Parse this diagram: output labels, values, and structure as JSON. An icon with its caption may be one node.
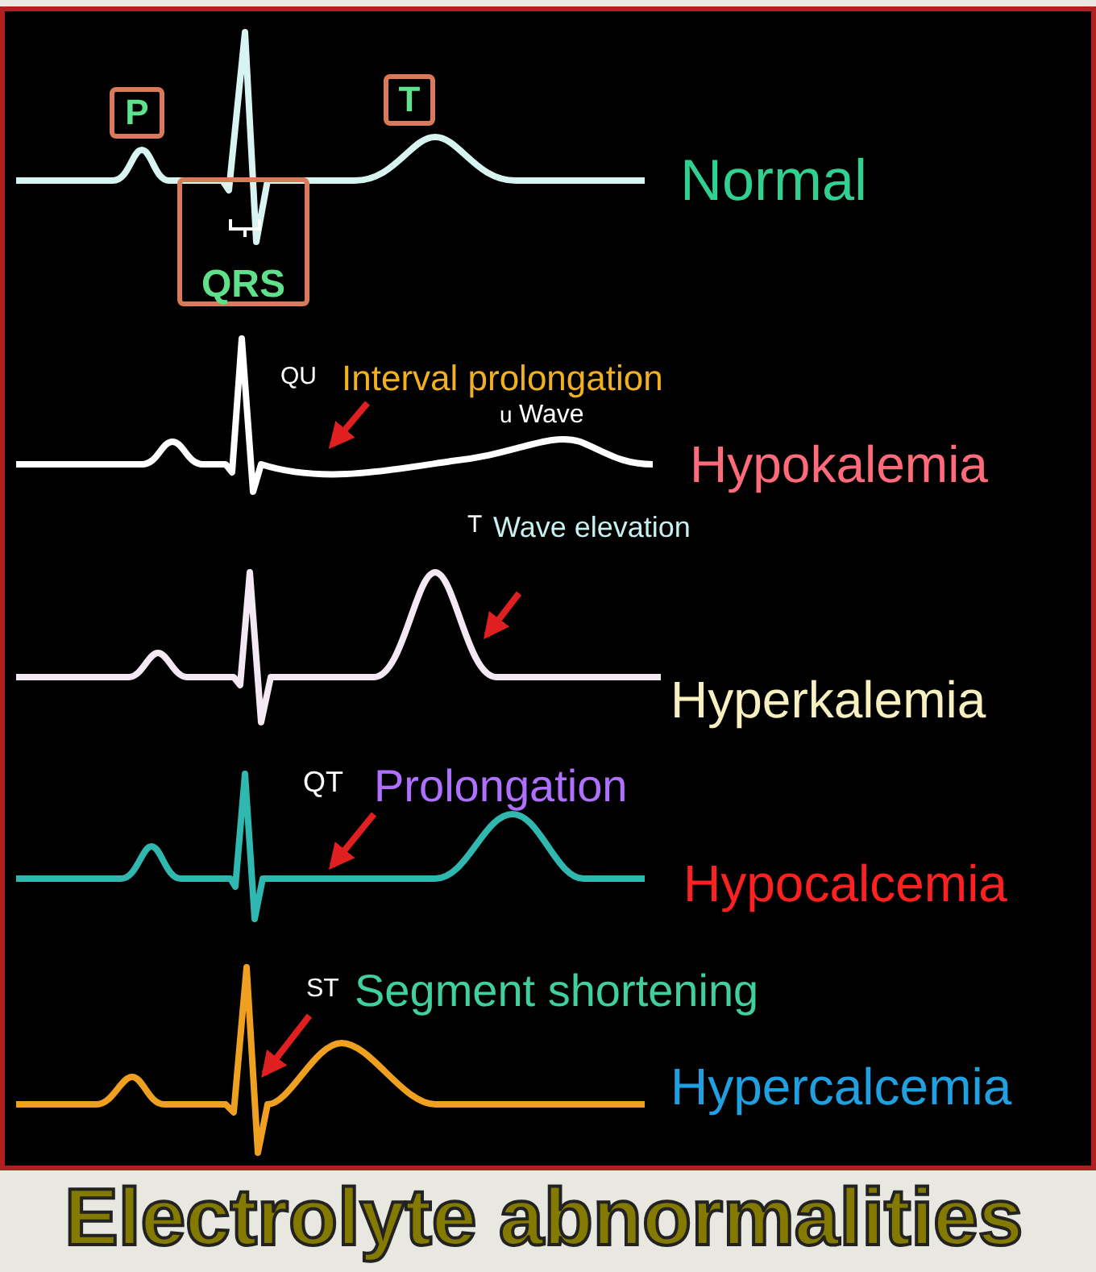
{
  "diagram": {
    "title": "Electrolyte abnormalities",
    "nodes": [
      {
        "text": [
          "P"
        ]
      },
      {
        "text": [
          "T"
        ]
      },
      {
        "text": [
          "QRS"
        ]
      }
    ],
    "labels": [
      "Normal",
      "QU",
      "Interval prolongation",
      "u",
      "Wave",
      "Hypokalemia",
      "T",
      "Wave elevation",
      "Hyperkalemia",
      "QT",
      "Prolongation",
      "Hypocalcemia",
      "ST",
      "Segment shortening",
      "Hypercalcemia"
    ]
  }
}
